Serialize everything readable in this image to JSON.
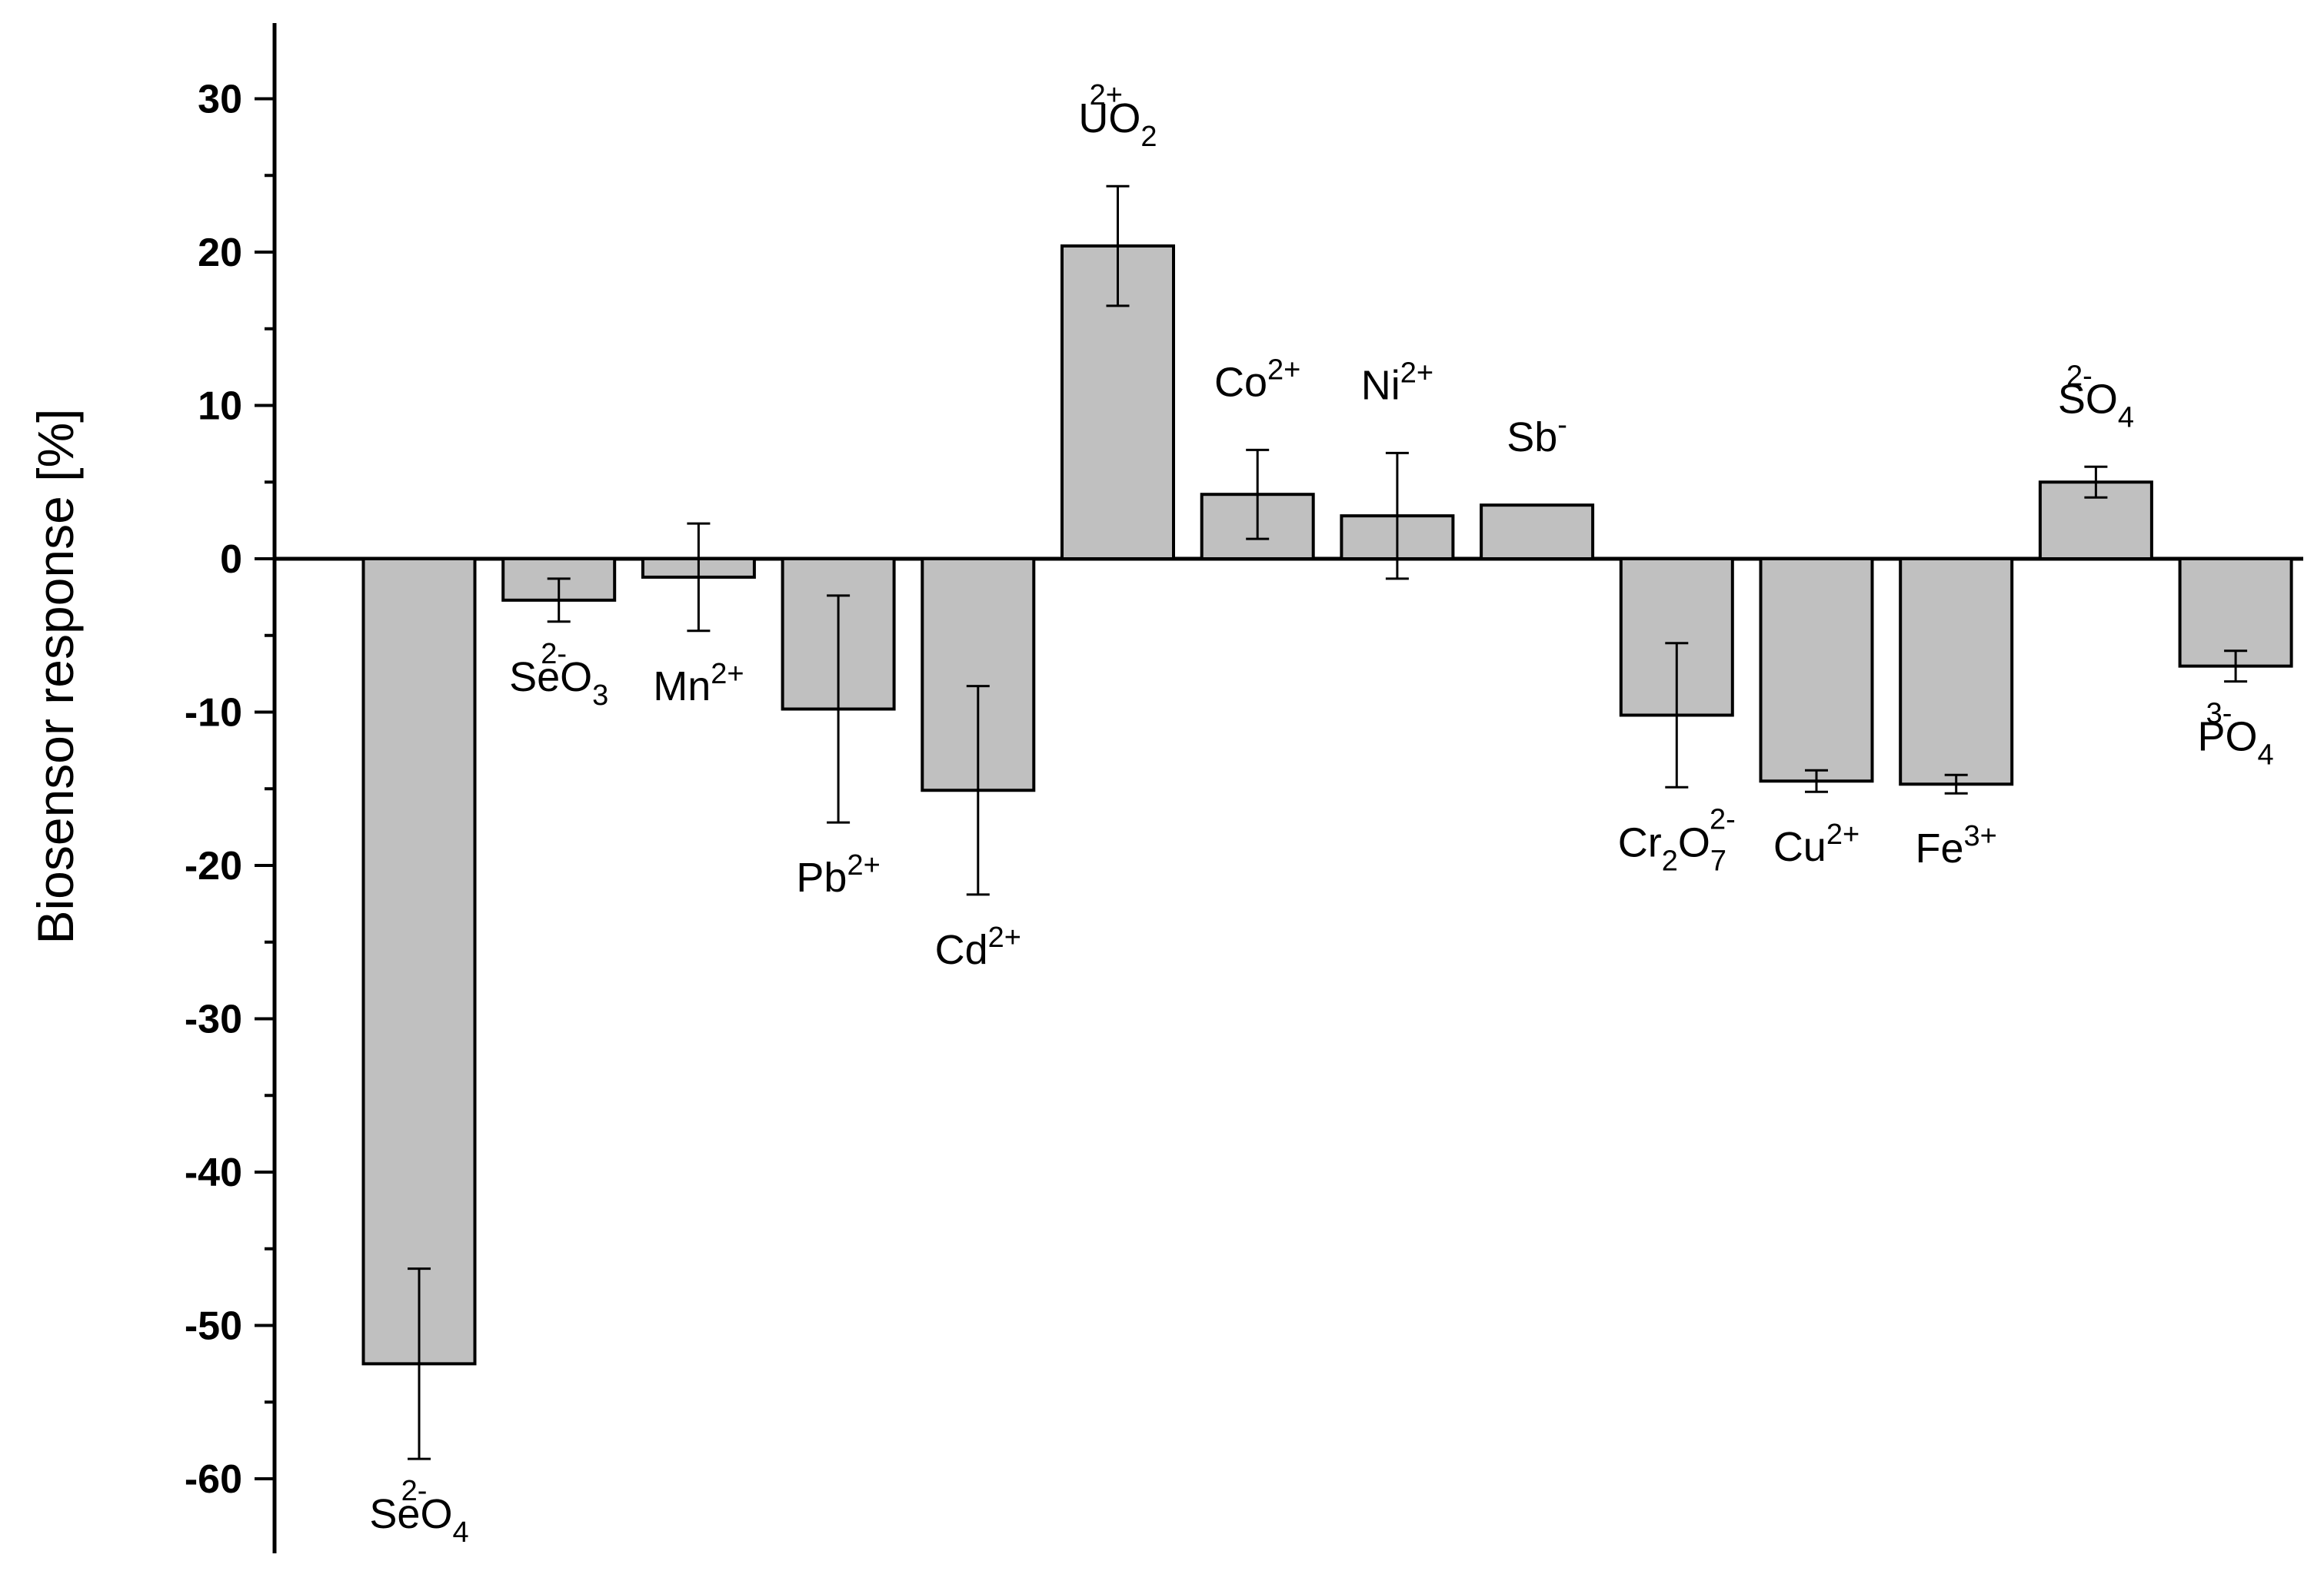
{
  "chart_data": {
    "type": "bar",
    "ylabel": "Biosensor response [%]",
    "xlabel": "",
    "ylim": [
      -65,
      35
    ],
    "yticks": [
      30,
      20,
      10,
      0,
      -10,
      -20,
      -30,
      -40,
      -50,
      -60
    ],
    "grid": false,
    "legend": "none",
    "bar_color": "#c0c0c0",
    "categories": [
      {
        "base": "SeO",
        "sub": "4",
        "sup": "2-"
      },
      {
        "base": "SeO",
        "sub": "3",
        "sup": "2-"
      },
      {
        "base": "Mn",
        "sub": "",
        "sup": "2+"
      },
      {
        "base": "Pb",
        "sub": "",
        "sup": "2+"
      },
      {
        "base": "Cd",
        "sub": "",
        "sup": "2+"
      },
      {
        "base": "UO",
        "sub": "2",
        "sup": "2+"
      },
      {
        "base": "Co",
        "sub": "",
        "sup": "2+"
      },
      {
        "base": "Ni",
        "sub": "",
        "sup": "2+"
      },
      {
        "base": "Sb",
        "sub": "",
        "sup": "-"
      },
      {
        "base": "Cr",
        "sub": "2",
        "base2": "O",
        "sub2": "7",
        "sup": "2-"
      },
      {
        "base": "Cu",
        "sub": "",
        "sup": "2+"
      },
      {
        "base": "Fe",
        "sub": "",
        "sup": "3+"
      },
      {
        "base": "SO",
        "sub": "4",
        "sup": "2-"
      },
      {
        "base": "PO",
        "sub": "4",
        "sup": "3-"
      }
    ],
    "values": [
      -52.5,
      -2.7,
      -1.2,
      -9.8,
      -15.1,
      20.4,
      4.2,
      2.8,
      3.5,
      -10.2,
      -14.5,
      -14.7,
      5.0,
      -7.0
    ],
    "errors": [
      6.2,
      1.4,
      3.5,
      7.4,
      6.8,
      3.9,
      2.9,
      4.1,
      0,
      4.7,
      0.7,
      0.6,
      1.0,
      1.0
    ]
  }
}
